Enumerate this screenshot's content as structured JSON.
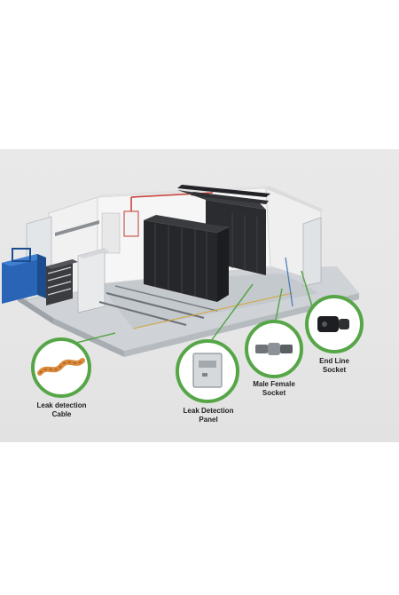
{
  "callouts": {
    "leak_cable": {
      "label": "Leak detection\nCable",
      "icon": "cable-icon"
    },
    "leak_panel": {
      "label": "Leak Detection\nPanel",
      "icon": "panel-icon"
    },
    "male_female": {
      "label": "Male Female\nSocket",
      "icon": "connector-icon"
    },
    "end_line": {
      "label": "End Line\nSocket",
      "icon": "end-socket-icon"
    }
  },
  "colors": {
    "ring": "#56a648",
    "background": "#e7e7e7",
    "rack": "#2a2b2e",
    "ups": "#2a64b6",
    "cable": "#d98a3a"
  }
}
